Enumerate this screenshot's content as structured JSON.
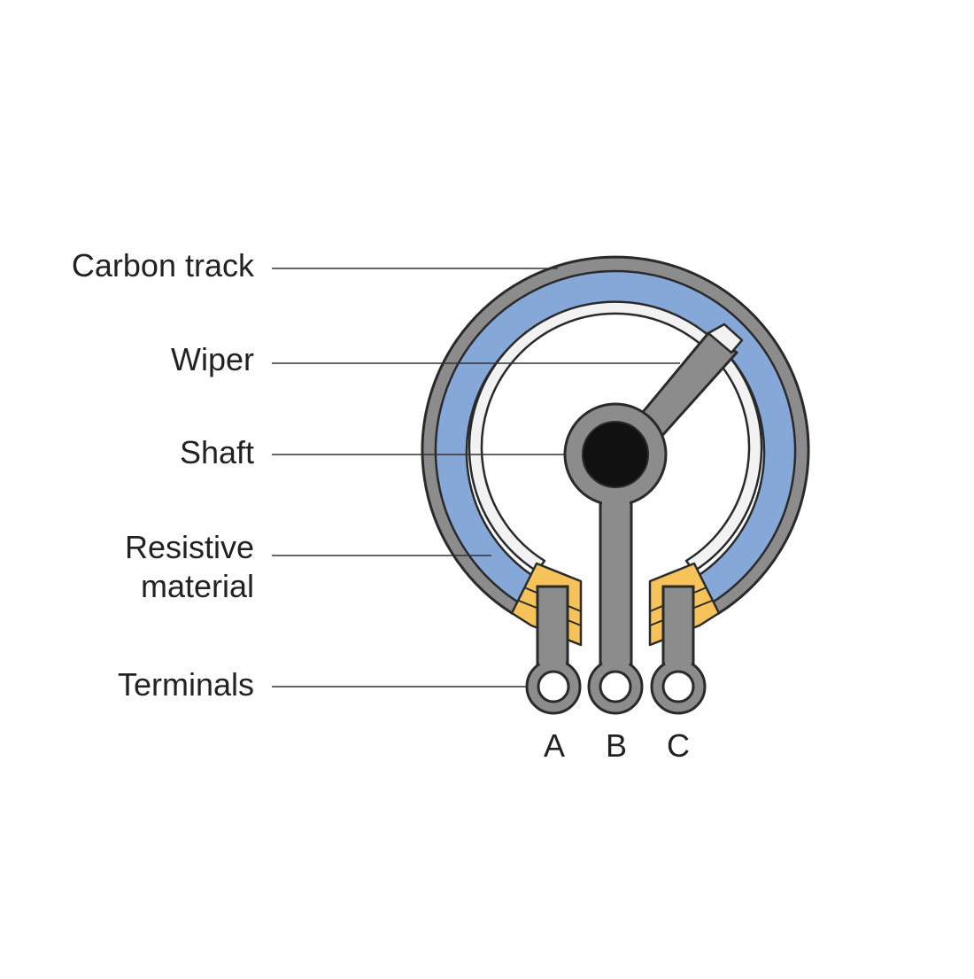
{
  "labels": {
    "carbon_track": "Carbon track",
    "wiper": "Wiper",
    "shaft": "Shaft",
    "resistive_material_line1": "Resistive",
    "resistive_material_line2": "material",
    "terminals": "Terminals"
  },
  "terminal_names": {
    "a": "A",
    "b": "B",
    "c": "C"
  },
  "colors": {
    "housing_gray": "#8c8c8c",
    "resistive_blue": "#85a8d9",
    "contact_orange": "#f6c25a",
    "wiper_track_white": "#f2f2f2",
    "shaft_black": "#111111",
    "outline": "#2a2a2a",
    "leader_line": "#333333",
    "text": "#222222"
  }
}
